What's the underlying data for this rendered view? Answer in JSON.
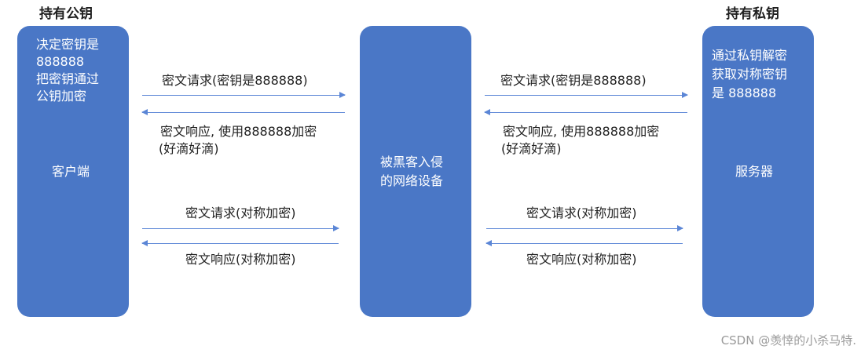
{
  "client": {
    "heading": "持有公钥",
    "lines": [
      "决定密钥是",
      "888888",
      "把密钥通过",
      "公钥加密"
    ],
    "name": "客户端"
  },
  "middle": {
    "lines": [
      "被黑客入侵",
      "的网络设备"
    ]
  },
  "server": {
    "heading": "持有私钥",
    "lines": [
      "通过私钥解密",
      "获取对称密钥",
      "是 888888"
    ],
    "name": "服务器"
  },
  "left_messages": {
    "req1": "密文请求(密钥是888888)",
    "resp1_line1": "密文响应, 使用888888加密",
    "resp1_line2": "(好滴好滴)",
    "req2": "密文请求(对称加密)",
    "resp2": "密文响应(对称加密)"
  },
  "right_messages": {
    "req1": "密文请求(密钥是888888)",
    "resp1_line1": "密文响应, 使用888888加密",
    "resp1_line2": "(好滴好滴)",
    "req2": "密文请求(对称加密)",
    "resp2": "密文响应(对称加密)"
  },
  "watermark": "CSDN @羡悻的小杀马特.",
  "colors": {
    "box": "#4a77c6",
    "arrow": "#5b86d6"
  }
}
